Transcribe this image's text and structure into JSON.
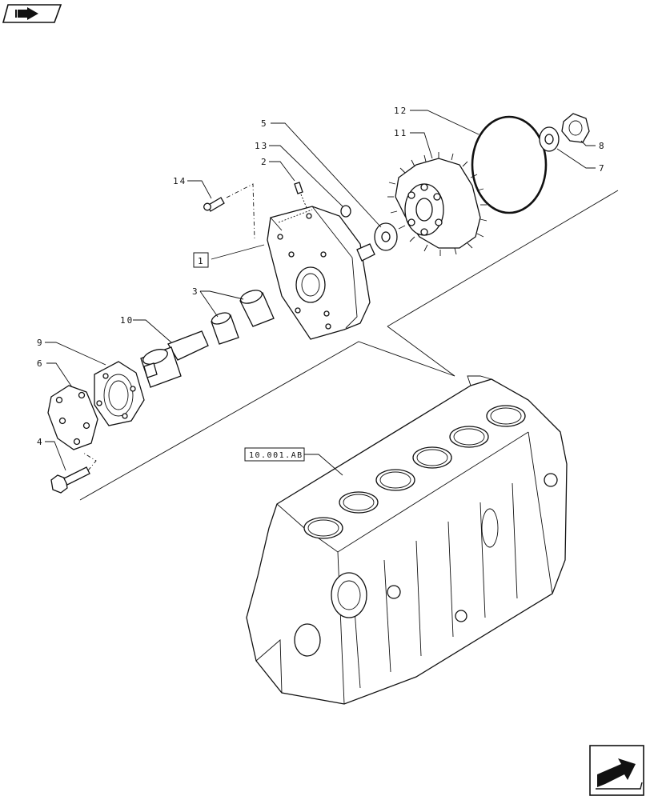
{
  "callouts": {
    "c1": "1",
    "c2": "2",
    "c3": "3",
    "c4": "4",
    "c5": "5",
    "c6": "6",
    "c7": "7",
    "c8": "8",
    "c9": "9",
    "c10": "10",
    "c11": "11",
    "c12": "12",
    "c13": "13",
    "c14": "14"
  },
  "reference": {
    "label": "10.001.AB"
  },
  "nav": {
    "prev_icon": "back-arrow-icon",
    "next_icon": "forward-arrow-icon"
  }
}
